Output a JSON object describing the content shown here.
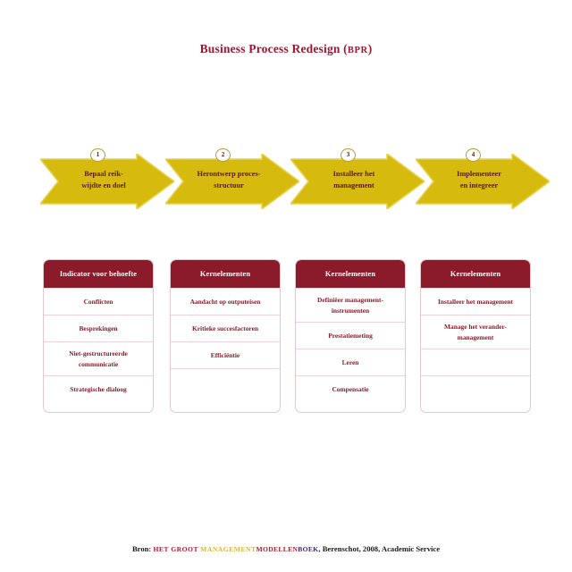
{
  "page": {
    "title_main": "Business Process Redesign (",
    "title_abbr": "BPR",
    "title_close": ")"
  },
  "colors": {
    "accent_red": "#8b1a2b",
    "title_red": "#9b1830",
    "arrow_gold": "#d6ba0e",
    "arrow_gold_light": "#e3cf3a",
    "arrow_text": "#5d1a14",
    "card_border": "#e3c8cd",
    "footer_gold": "#d9b62c",
    "footer_blue": "#3c2a6b"
  },
  "arrows": [
    {
      "badge": "1",
      "line1": "Bepaal reik-",
      "line2": "wijdte en doel"
    },
    {
      "badge": "2",
      "line1": "Herontwerp proces-",
      "line2": "structuur"
    },
    {
      "badge": "3",
      "line1": "Installeer het",
      "line2": "management"
    },
    {
      "badge": "4",
      "line1": "Implementeer",
      "line2": "en integreer"
    }
  ],
  "cards": [
    {
      "header": "Indicator voor behoefte",
      "rows": [
        {
          "line1": "Conflicten",
          "line2": ""
        },
        {
          "line1": "Besprekingen",
          "line2": ""
        },
        {
          "line1": "Niet-gestructureerde",
          "line2": "communicatie"
        },
        {
          "line1": "Strategische dialoog",
          "line2": ""
        }
      ]
    },
    {
      "header": "Kernelementen",
      "rows": [
        {
          "line1": "Aandacht op outputeisen",
          "line2": ""
        },
        {
          "line1": "Kritieke succesfactoren",
          "line2": ""
        },
        {
          "line1": "Efficiëntie",
          "line2": ""
        },
        {
          "line1": "",
          "line2": ""
        }
      ]
    },
    {
      "header": "Kernelementen",
      "rows": [
        {
          "line1": "Definiëer management-",
          "line2": "instrumenten"
        },
        {
          "line1": "Prestatiemeting",
          "line2": ""
        },
        {
          "line1": "Leren",
          "line2": ""
        },
        {
          "line1": "Compensatie",
          "line2": ""
        }
      ]
    },
    {
      "header": "Kernelementen",
      "rows": [
        {
          "line1": "Installeer het management",
          "line2": ""
        },
        {
          "line1": "Manage het verander-",
          "line2": "management"
        },
        {
          "line1": "",
          "line2": ""
        },
        {
          "line1": "",
          "line2": ""
        }
      ]
    }
  ],
  "footer": {
    "prefix": "Bron:",
    "book_het_groot": "HET GROOT",
    "book_management": "MANAGEMENT",
    "book_modellen": "MODELLEN",
    "book_boek": "BOEK",
    "suffix": ", Berenschot, 2008, Academic Service"
  }
}
